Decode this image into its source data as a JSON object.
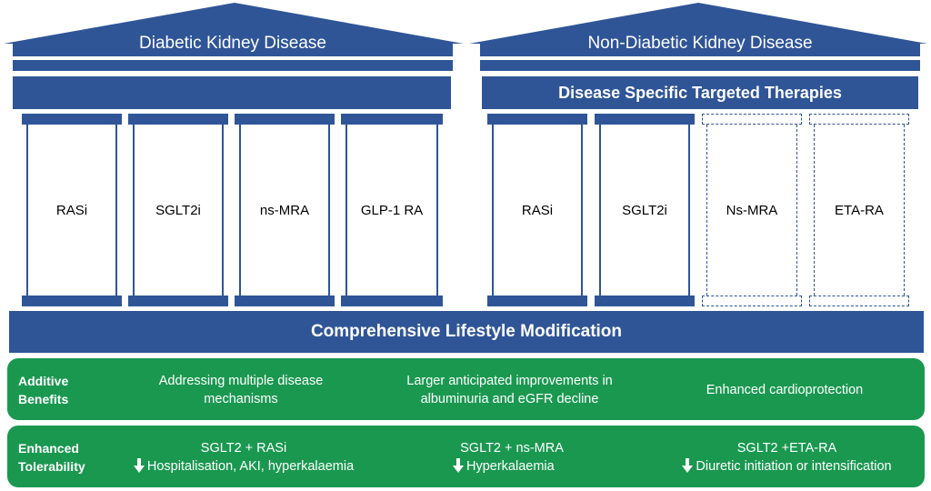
{
  "left_building": {
    "title": "Diabetic Kidney Disease",
    "pillars": [
      "RASi",
      "SGLT2i",
      "ns-MRA",
      "GLP-1 RA"
    ]
  },
  "right_building": {
    "title": "Non-Diabetic Kidney Disease",
    "banner": "Disease Specific Targeted Therapies",
    "pillars": [
      "RASi",
      "SGLT2i",
      "Ns-MRA",
      "ETA-RA"
    ],
    "dashed_pillars": [
      "Ns-MRA",
      "ETA-RA"
    ]
  },
  "foundation": {
    "label": "Comprehensive Lifestyle Modification"
  },
  "additive_benefits": {
    "label_line1": "Additive",
    "label_line2": "Benefits",
    "items": [
      {
        "line1": "Addressing multiple disease",
        "line2": "mechanisms"
      },
      {
        "line1": "Larger anticipated improvements in",
        "line2": "albuminuria and eGFR decline"
      },
      {
        "line1": "Enhanced cardioprotection",
        "line2": ""
      }
    ]
  },
  "enhanced_tolerability": {
    "label_line1": "Enhanced",
    "label_line2": "Tolerability",
    "items": [
      {
        "line1": "SGLT2 + RASi",
        "line2": "Hospitalisation, AKI, hyperkalaemia"
      },
      {
        "line1": "SGLT2 + ns-MRA",
        "line2": "Hyperkalaemia"
      },
      {
        "line1": "SGLT2 +ETA-RA",
        "line2": "Diuretic initiation or intensification"
      }
    ]
  },
  "colors": {
    "primary_blue": "#2f5597",
    "green": "#1a9850",
    "white": "#ffffff"
  },
  "icons": {
    "decrease": "down-arrow-icon"
  }
}
